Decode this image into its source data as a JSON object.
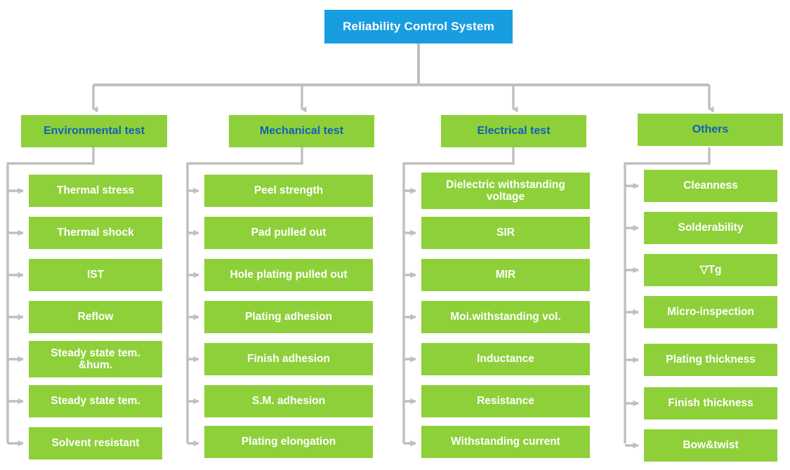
{
  "diagram": {
    "type": "organizational-tree",
    "orientation": "top-down",
    "levels": 3,
    "colors": {
      "root_fill": "#189de0",
      "root_text": "#ffffff",
      "category_fill": "#8ed03a",
      "category_text": "#1460b4",
      "leaf_fill": "#8ed03a",
      "leaf_text": "#ffffff",
      "connector": "#bfbfbf",
      "background": "#ffffff"
    },
    "root": {
      "label": "Reliability Control System"
    },
    "branches": [
      {
        "id": "environmental",
        "label": "Environmental test",
        "items": [
          {
            "label": "Thermal stress"
          },
          {
            "label": "Thermal shock"
          },
          {
            "label": "IST"
          },
          {
            "label": "Reflow"
          },
          {
            "label": "Steady state tem. &hum."
          },
          {
            "label": "Steady state tem."
          },
          {
            "label": "Solvent resistant"
          }
        ]
      },
      {
        "id": "mechanical",
        "label": "Mechanical test",
        "items": [
          {
            "label": "Peel strength"
          },
          {
            "label": "Pad pulled out"
          },
          {
            "label": "Hole plating pulled out"
          },
          {
            "label": "Plating adhesion"
          },
          {
            "label": "Finish adhesion"
          },
          {
            "label": "S.M. adhesion"
          },
          {
            "label": "Plating elongation"
          }
        ]
      },
      {
        "id": "electrical",
        "label": "Electrical test",
        "items": [
          {
            "label": "Dielectric withstanding voltage"
          },
          {
            "label": "SIR"
          },
          {
            "label": "MIR"
          },
          {
            "label": "Moi.withstanding vol."
          },
          {
            "label": "Inductance"
          },
          {
            "label": "Resistance"
          },
          {
            "label": "Withstanding current"
          }
        ]
      },
      {
        "id": "others",
        "label": "Others",
        "items": [
          {
            "label": "Cleanness"
          },
          {
            "label": "Solderability"
          },
          {
            "label": "▽Tg"
          },
          {
            "label": "Micro-inspection"
          },
          {
            "label": "Plating thickness"
          },
          {
            "label": "Finish thickness"
          },
          {
            "label": "Bow&twist"
          }
        ]
      }
    ]
  }
}
